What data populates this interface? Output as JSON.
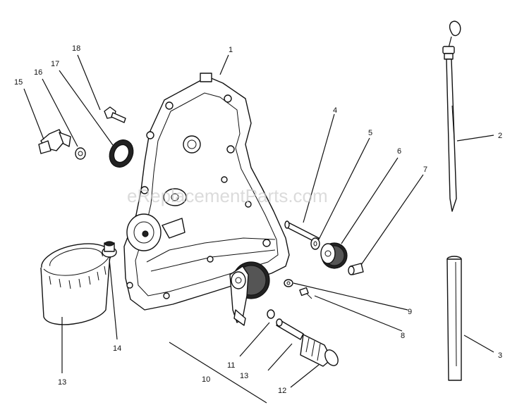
{
  "watermark": "eReplacementParts.com",
  "callouts": {
    "c1": "1",
    "c2": "2",
    "c3": "3",
    "c4": "4",
    "c5": "5",
    "c6": "6",
    "c7": "7",
    "c8": "8",
    "c9": "9",
    "c10": "10",
    "c11": "11",
    "c12": "12",
    "c13a": "13",
    "c13b": "13",
    "c14": "14",
    "c15": "15",
    "c16": "16",
    "c17": "17",
    "c18": "18"
  }
}
